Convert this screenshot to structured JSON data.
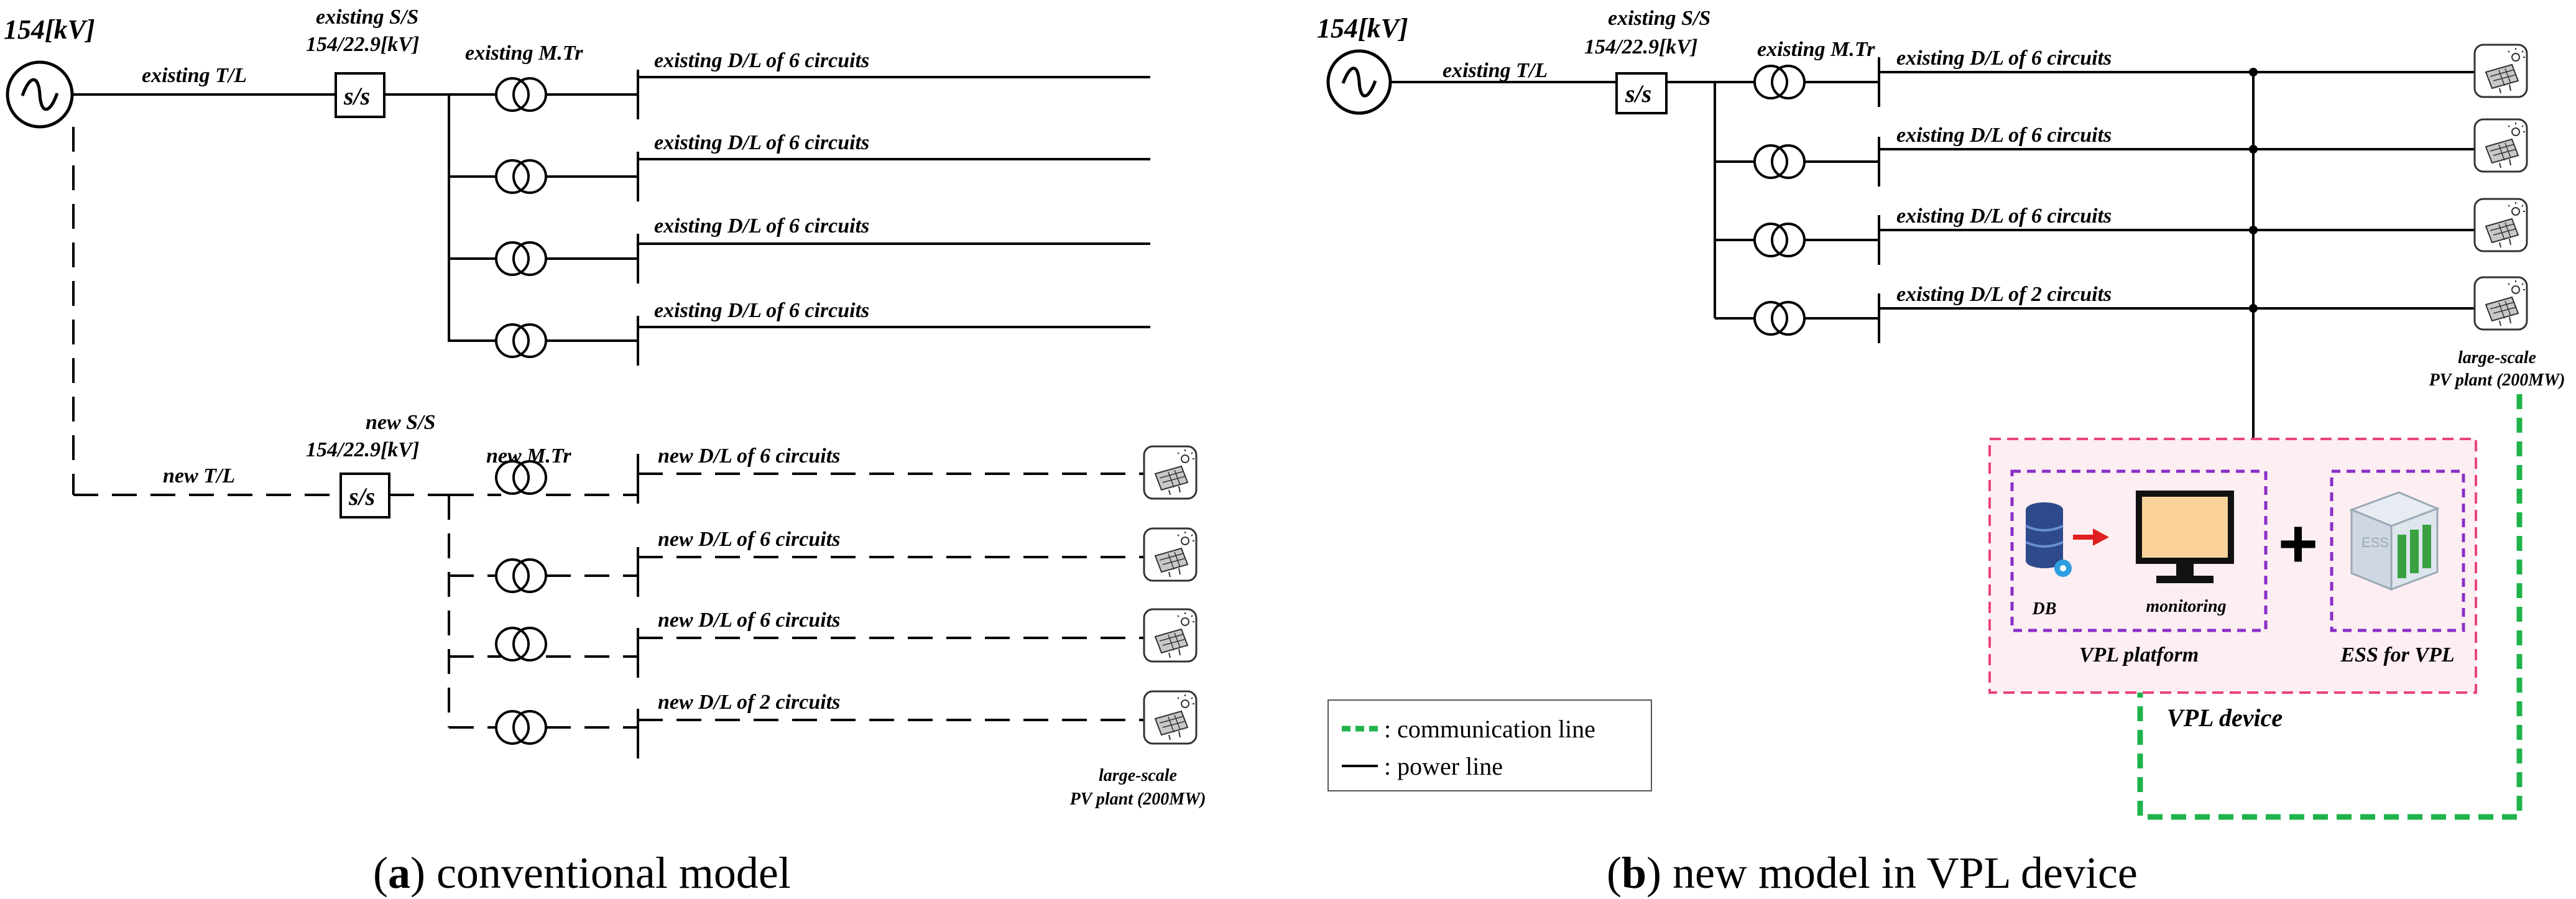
{
  "panel_a": {
    "source_label": "154[kV]",
    "existing_tl": "existing T/L",
    "existing_ss_line1": "existing S/S",
    "existing_ss_line2": "154/22.9[kV]",
    "ss_box": "s/s",
    "existing_mtr": "existing M.Tr",
    "existing_dl": [
      "existing D/L  of 6 circuits",
      "existing D/L  of 6 circuits",
      "existing D/L  of 6 circuits",
      "existing D/L  of 6 circuits"
    ],
    "new_tl": "new T/L",
    "new_ss_line1": "new S/S",
    "new_ss_line2": "154/22.9[kV]",
    "new_mtr": "new M.Tr",
    "new_dl": [
      "new D/L  of 6 circuits",
      "new D/L  of 6 circuits",
      "new D/L  of 6 circuits",
      "new D/L  of 2 circuits"
    ],
    "pv_line1": "large-scale",
    "pv_line2": "PV plant (200MW)",
    "caption_letter": "a",
    "caption_text": "conventional model"
  },
  "panel_b": {
    "source_label": "154[kV]",
    "existing_tl": "existing T/L",
    "existing_ss_line1": "existing S/S",
    "existing_ss_line2": "154/22.9[kV]",
    "ss_box": "s/s",
    "existing_mtr": "existing M.Tr",
    "existing_dl": [
      "existing D/L of 6 circuits",
      "existing D/L of 6 circuits",
      "existing D/L of 6 circuits",
      "existing D/L of 2 circuits"
    ],
    "pv_line1": "large-scale",
    "pv_line2": "PV plant (200MW)",
    "db": "DB",
    "monitoring": "monitoring",
    "vpl_platform": "VPL platform",
    "plus": "+",
    "ess_text": "ESS",
    "ess_for_vpl": "ESS for VPL",
    "vpl_device": "VPL device",
    "legend_comm": ": communication line",
    "legend_power": ": power line",
    "caption_letter": "b",
    "caption_text": "new model in VPL device"
  },
  "colors": {
    "communication_line": "#1fb34a",
    "vpl_device_fill": "#fdeef1",
    "vpl_device_border": "#e8447a",
    "inner_box_border": "#8a2fc9",
    "arrow": "#e02020",
    "monitor_screen": "#fbd39a"
  }
}
